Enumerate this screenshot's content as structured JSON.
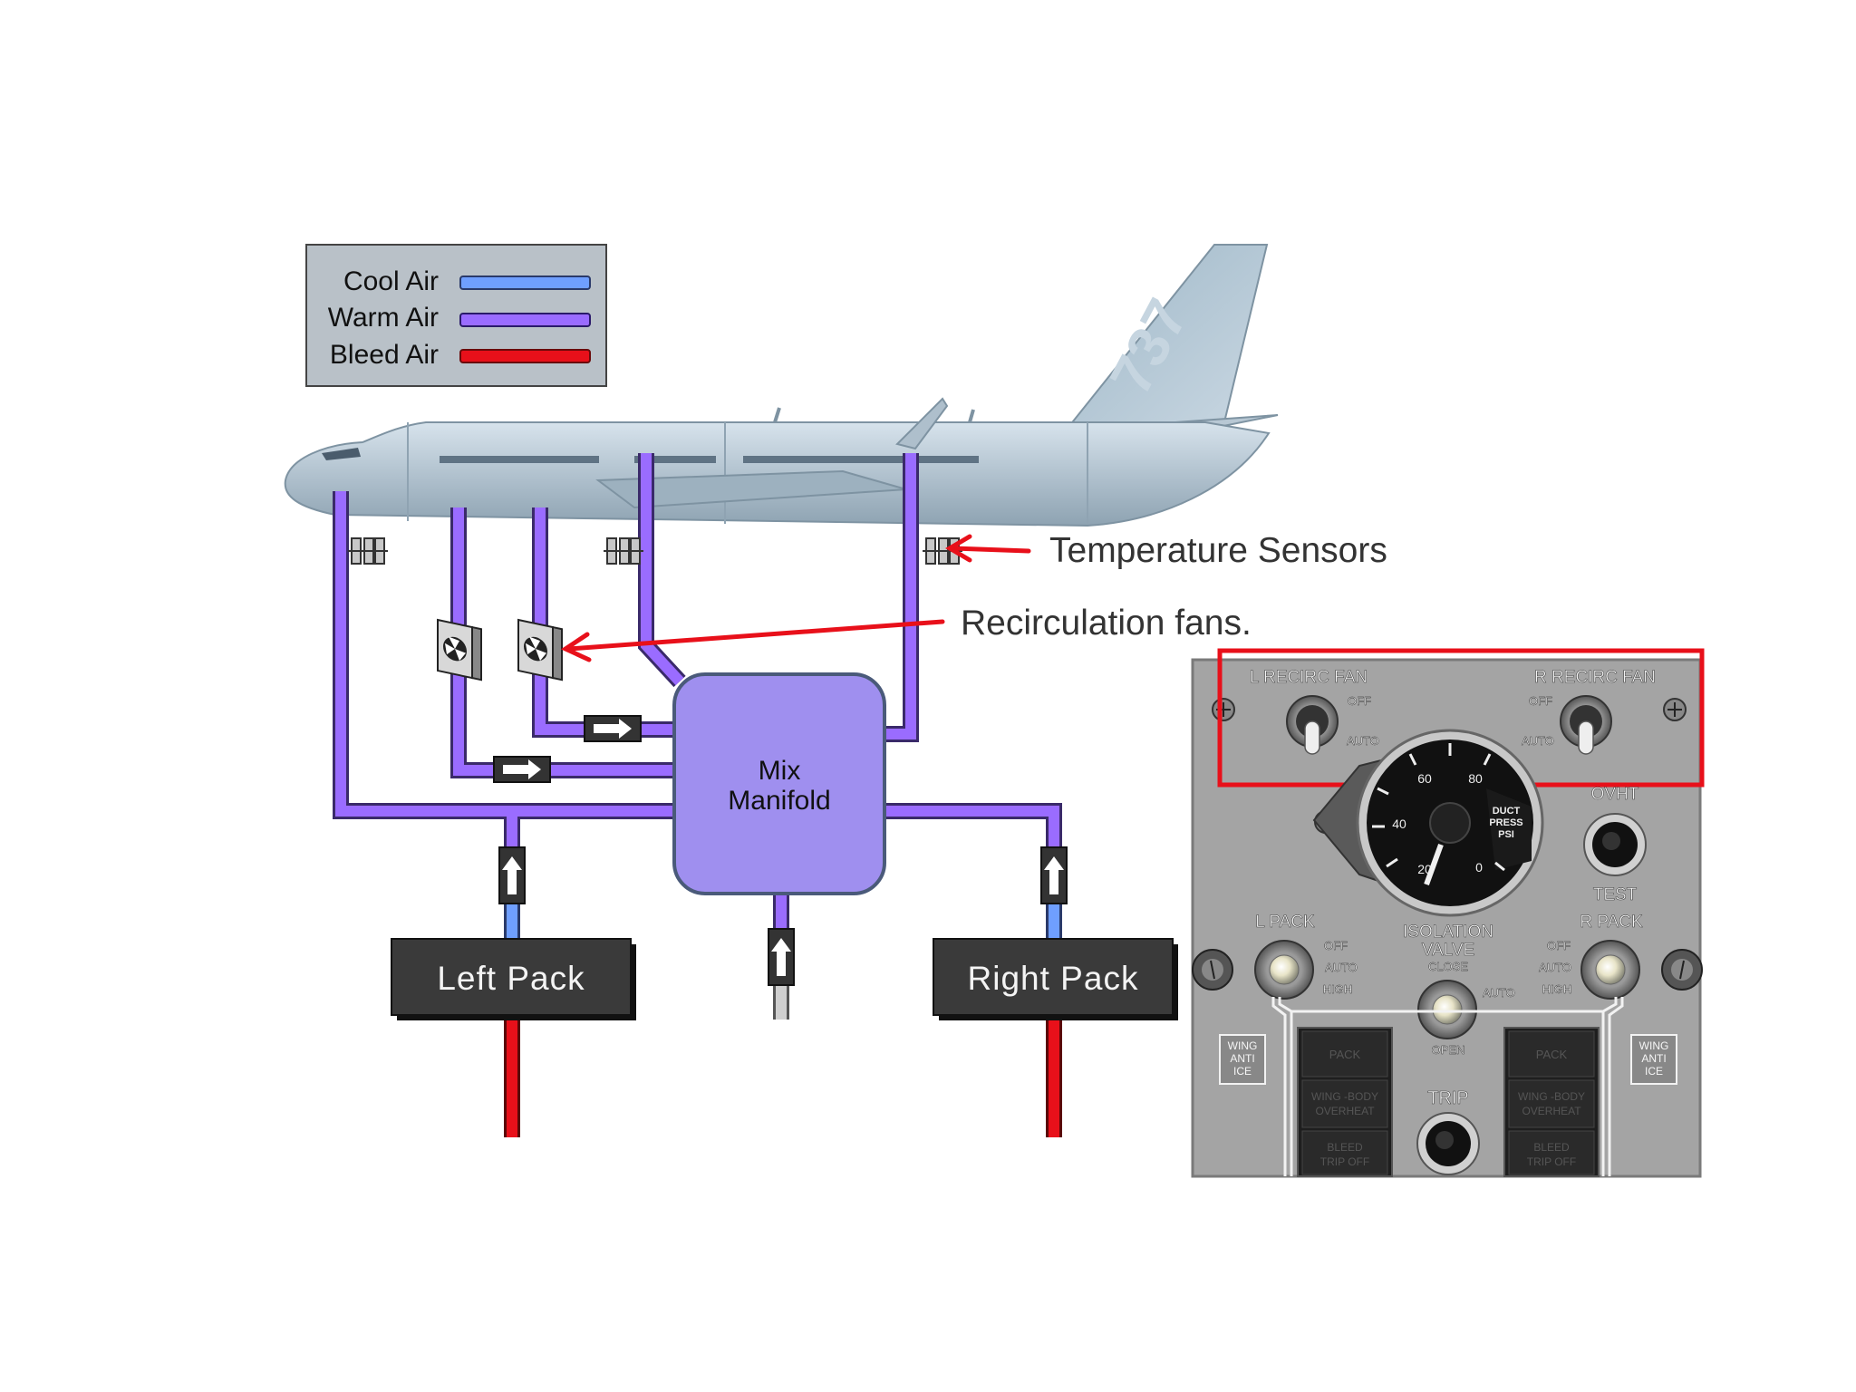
{
  "legend": {
    "items": [
      {
        "label": "Cool Air",
        "color": "#6f9fff"
      },
      {
        "label": "Warm Air",
        "color": "#9a6cff"
      },
      {
        "label": "Bleed Air",
        "color": "#e8101a"
      }
    ]
  },
  "aircraft": {
    "tail_text": "737"
  },
  "annotations": {
    "temperature_sensors": "Temperature Sensors",
    "recirculation_fans": "Recirculation fans.",
    "arrow_color": "#e8101a"
  },
  "manifold": {
    "line1": "Mix",
    "line2": "Manifold",
    "color": "#9f8fef"
  },
  "packs": {
    "left": "Left Pack",
    "right": "Right Pack"
  },
  "panel": {
    "l_recirc_fan": "L RECIRC FAN",
    "r_recirc_fan": "R RECIRC FAN",
    "off": "OFF",
    "auto": "AUTO",
    "high": "HIGH",
    "gauge": {
      "ticks": [
        "60",
        "80",
        "40",
        "20",
        "0"
      ],
      "label_line1": "DUCT",
      "label_line2": "PRESS",
      "label_line3": "PSI"
    },
    "ovht": "OVHT",
    "test": "TEST",
    "l_pack": "L PACK",
    "r_pack": "R PACK",
    "isolation_line1": "ISOLATION",
    "isolation_line2": "VALVE",
    "close": "CLOSE",
    "open": "OPEN",
    "trip": "TRIP",
    "wing_anti_ice_line1": "WING",
    "wing_anti_ice_line2": "ANTI",
    "wing_anti_ice_line3": "ICE",
    "lights": {
      "pack": "PACK",
      "wing_body_line1": "WING -BODY",
      "wing_body_line2": "OVERHEAT",
      "bleed_line1": "BLEED",
      "bleed_line2": "TRIP OFF"
    }
  }
}
